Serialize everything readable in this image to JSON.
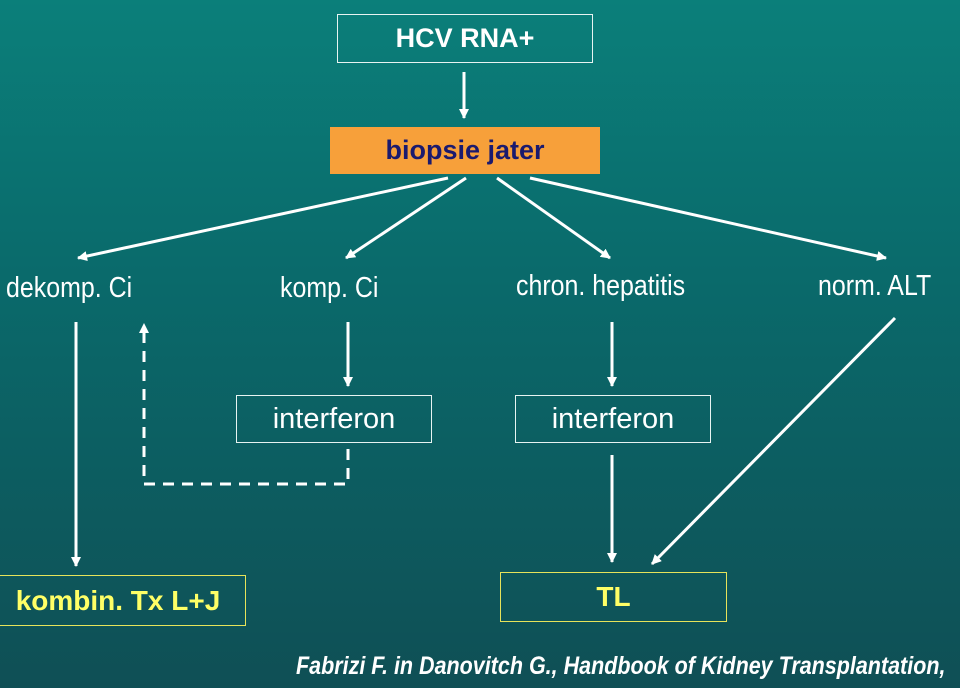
{
  "nodes": {
    "hcv": "HCV RNA+",
    "biopsy": "biopsie jater",
    "decompensated": "dekomp. Ci",
    "compensated": "komp. Ci",
    "chronic_hepatitis": "chron. hepatitis",
    "normal_alt": "norm. ALT",
    "interferon_1": "interferon",
    "interferon_2": "interferon",
    "combination": "kombin. Tx L+J",
    "tl": "TL"
  },
  "citation": "Fabrizi F. in Danovitch G., Handbook of Kidney Transplantation,",
  "colors": {
    "background_top": "#0b7f7a",
    "background_bottom": "#0f4f55",
    "biopsy_fill": "#f7a03a",
    "biopsy_text": "#1b1a6e",
    "highlight_text": "#ffff66",
    "line": "#ffffff"
  }
}
